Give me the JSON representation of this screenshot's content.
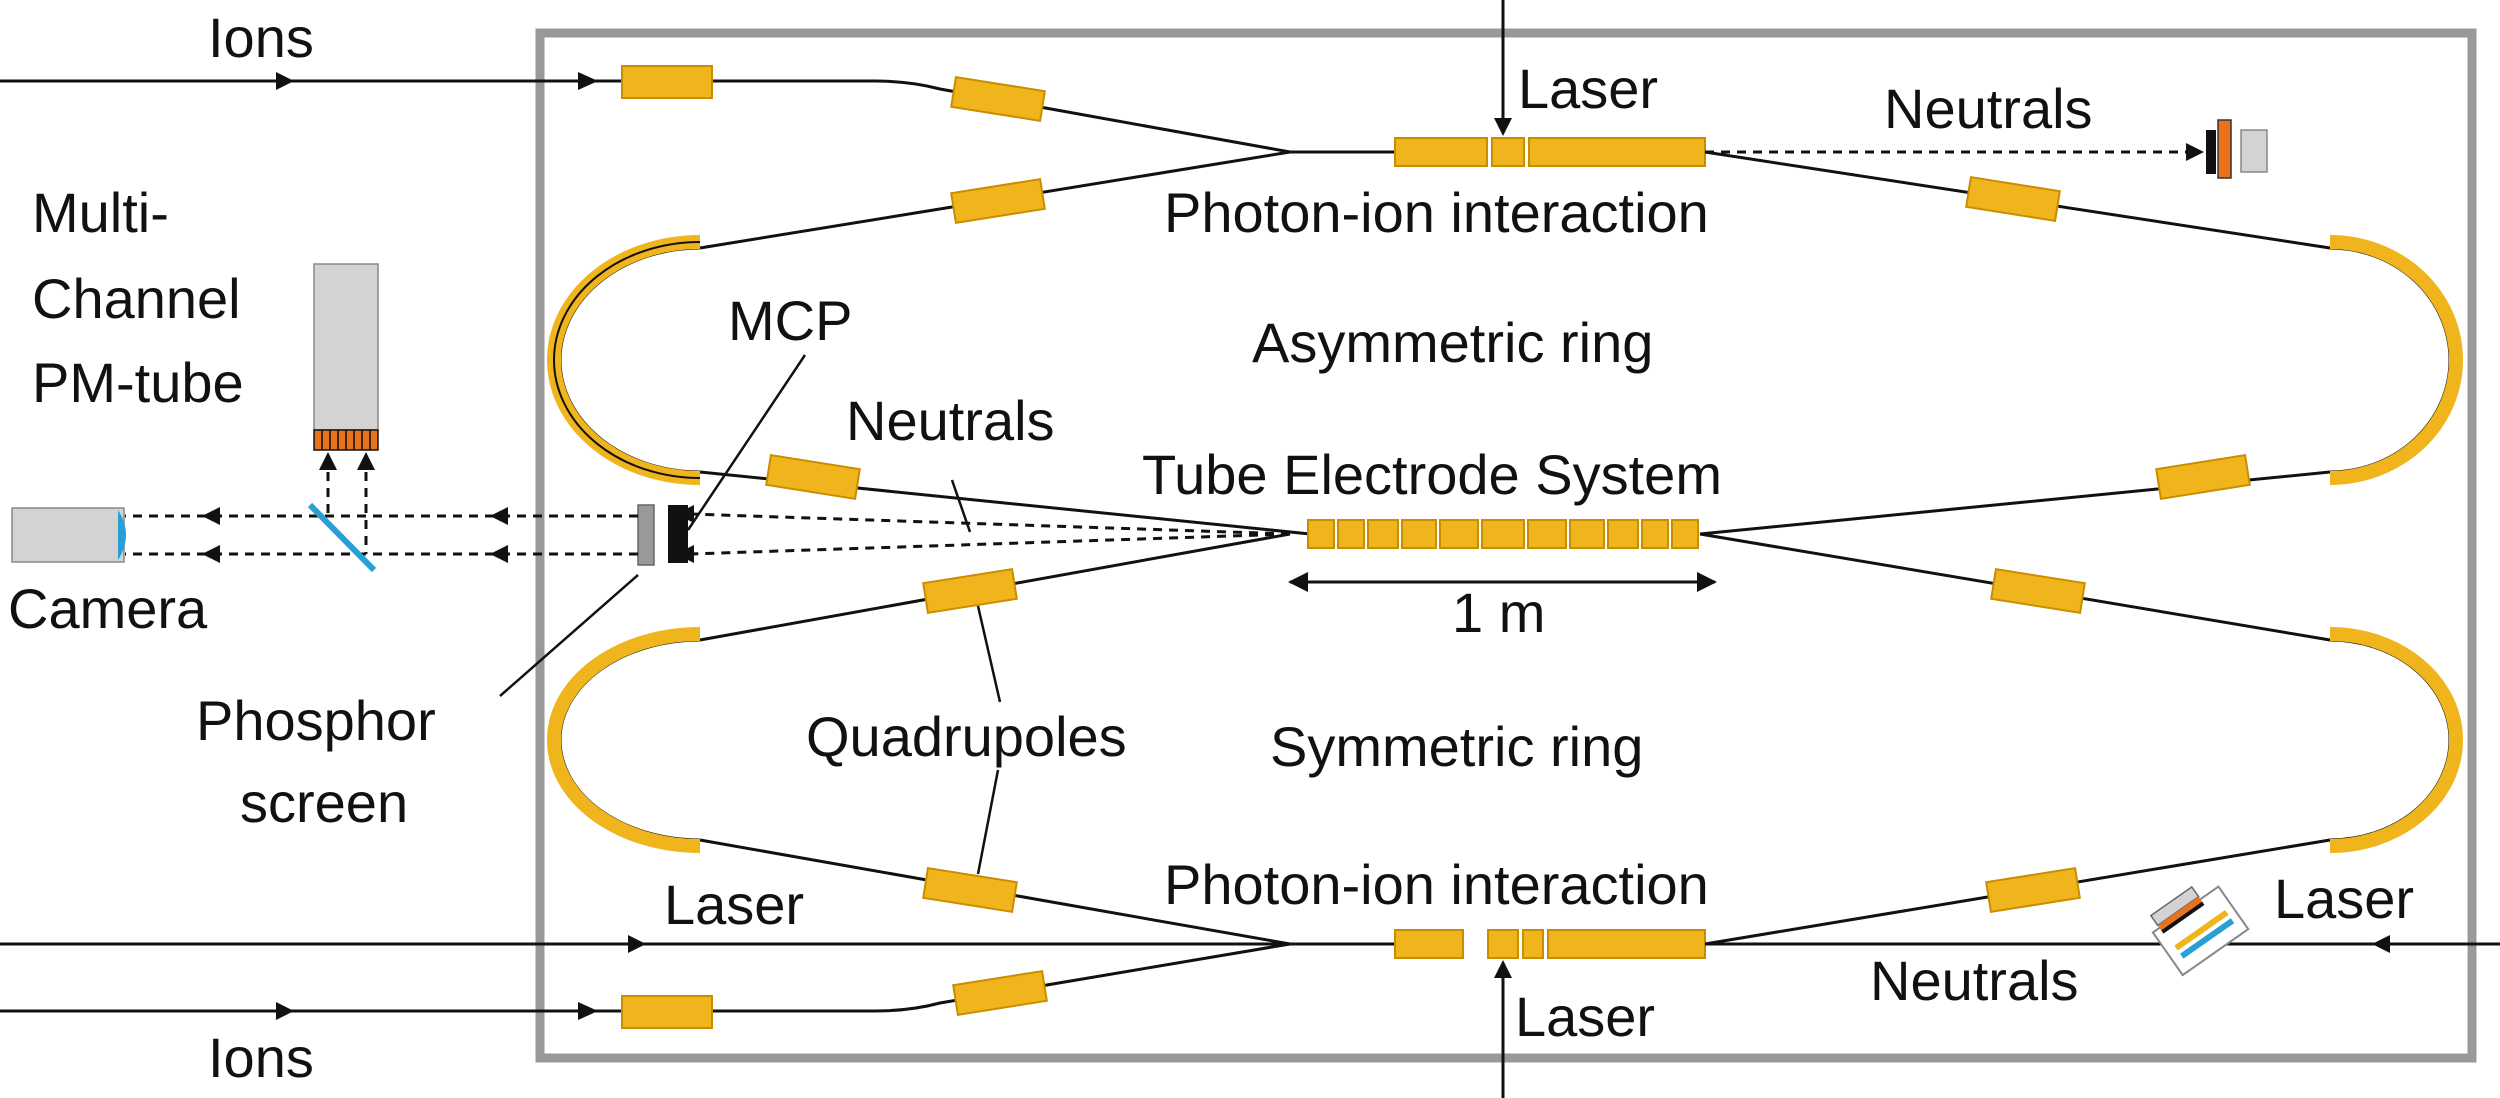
{
  "labels": {
    "ions_top": "Ions",
    "ions_bottom": "Ions",
    "laser_top": "Laser",
    "neutrals_top": "Neutrals",
    "photon_ion_top": "Photon-ion interaction",
    "multi_channel_pm_line1": "Multi-",
    "multi_channel_pm_line2": "Channel",
    "multi_channel_pm_line3": "PM-tube",
    "mcp": "MCP",
    "asymmetric_ring": "Asymmetric ring",
    "neutrals_mid": "Neutrals",
    "tube_electrode_system": "Tube Electrode System",
    "camera": "Camera",
    "one_meter": "1 m",
    "phosphor_line1": "Phosphor",
    "phosphor_line2": "screen",
    "quadrupoles": "Quadrupoles",
    "symmetric_ring": "Symmetric ring",
    "laser_left_bottom": "Laser",
    "photon_ion_bottom": "Photon-ion interaction",
    "laser_right_bottom": "Laser",
    "neutrals_bottom": "Neutrals",
    "laser_bottom": "Laser"
  },
  "colors": {
    "element_fill": "#F0B41C",
    "element_stroke": "#C98E00",
    "beam_line": "#111111",
    "chamber_border": "#999999",
    "grey_device": "#D3D3D3",
    "orange_detector": "#E8731A",
    "mirror_blue": "#2A9FD6"
  }
}
